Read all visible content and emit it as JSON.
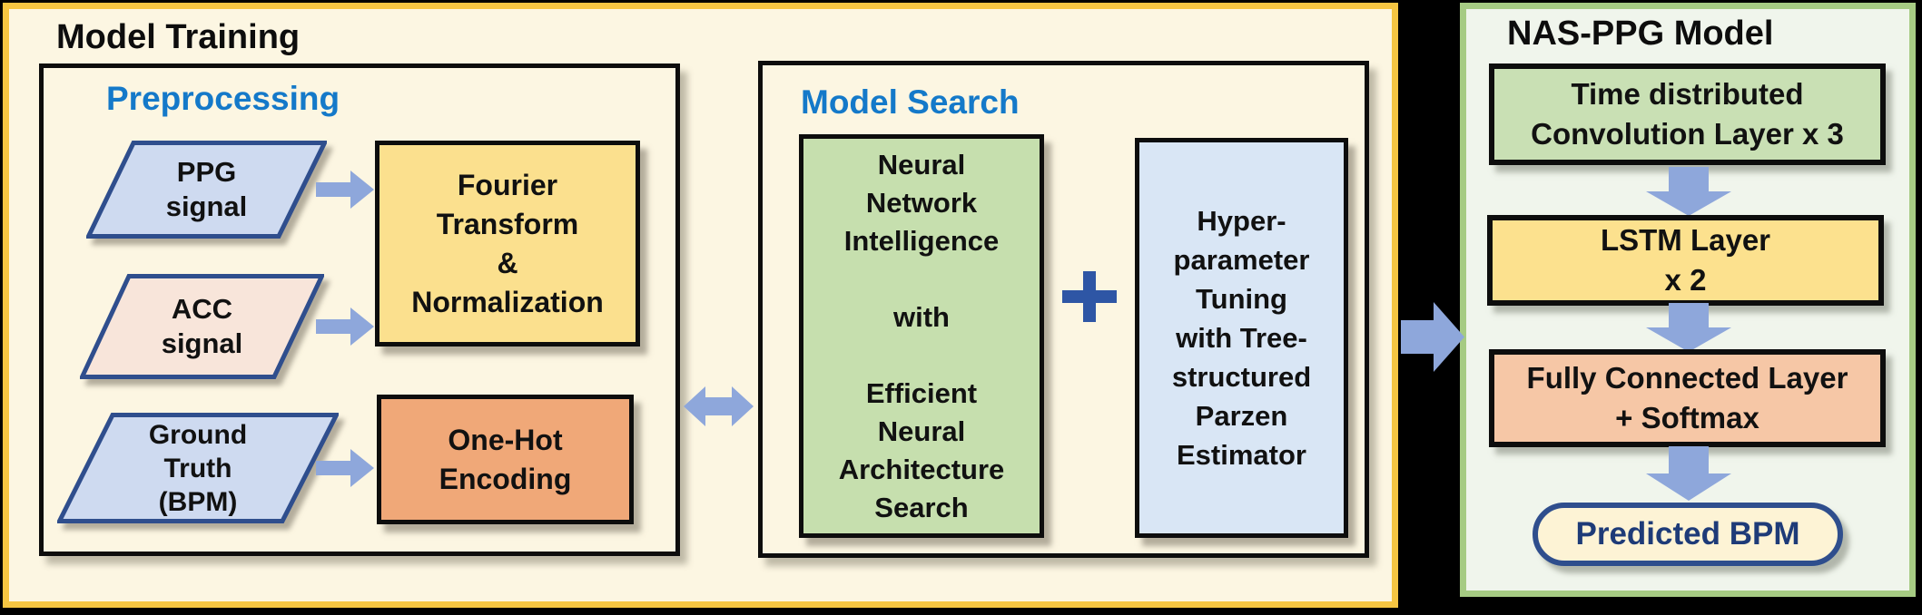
{
  "colors": {
    "background": "#000000",
    "panel_fill": "#FCF6E2",
    "panel_border": "#F5C542",
    "box_border": "#0d0d0d",
    "section_title_blue": "#1479C9",
    "title_text": "#0d0d0d",
    "shape_border_navy": "#2F4E8D",
    "arrow_blue": "#8EA7DB",
    "plus_blue": "#2E56A5",
    "nas_panel_fill": "#F0F5EC",
    "nas_panel_border": "#A6CB83",
    "oval_fill": "#FDF3D5",
    "oval_border": "#2F4E8D",
    "oval_text": "#1E3B78"
  },
  "model_training": {
    "title": "Model Training",
    "preprocessing": {
      "title": "Preprocessing",
      "inputs": [
        {
          "label": "PPG\nsignal",
          "fill": "#CEDAF0"
        },
        {
          "label": "ACC\nsignal",
          "fill": "#F8E5DA"
        },
        {
          "label": "Ground\nTruth\n(BPM)",
          "fill": "#CEDAF0"
        }
      ],
      "processes": [
        {
          "label": "Fourier\nTransform\n&\nNormalization",
          "fill": "#FBE08E"
        },
        {
          "label": "One-Hot\nEncoding",
          "fill": "#F0A878"
        }
      ]
    },
    "model_search": {
      "title": "Model Search",
      "nni_box": {
        "label": "Neural\nNetwork\nIntelligence\n\nwith\n\nEfficient\nNeural\nArchitecture\nSearch",
        "fill": "#C6DFAE"
      },
      "operator": "+",
      "tpe_box": {
        "label": "Hyper-\nparameter\nTuning\nwith Tree-\nstructured\nParzen\nEstimator",
        "fill": "#D9E6F5"
      }
    }
  },
  "nas_ppg": {
    "title": "NAS-PPG Model",
    "layers": [
      {
        "label": "Time distributed\nConvolution Layer x 3",
        "fill": "#C9E0B4"
      },
      {
        "label": "LSTM Layer\nx 2",
        "fill": "#FCE18E"
      },
      {
        "label": "Fully Connected Layer\n+ Softmax",
        "fill": "#F6C7A6"
      }
    ],
    "output_label": "Predicted BPM"
  }
}
